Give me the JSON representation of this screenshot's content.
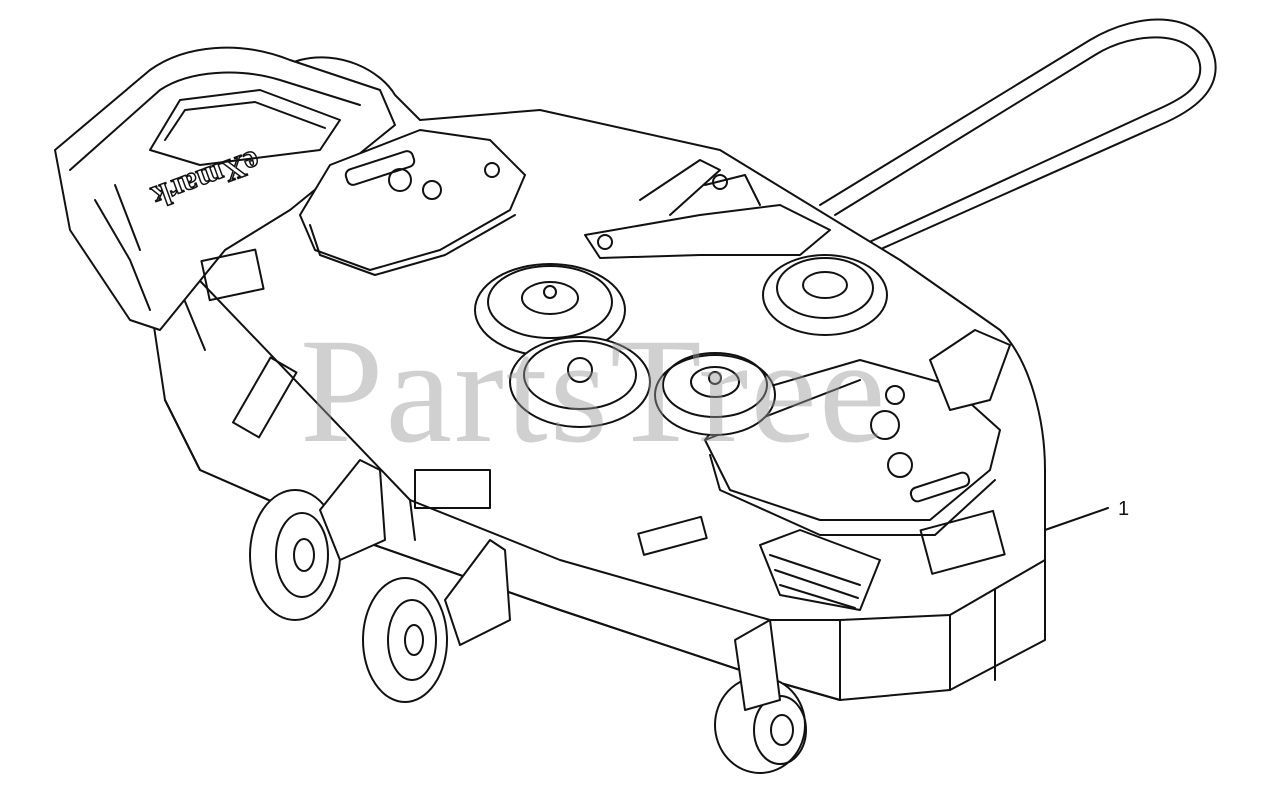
{
  "diagram": {
    "brand_decal": "eXmark",
    "watermark": "PartsTree",
    "callouts": [
      {
        "label": "1"
      }
    ]
  },
  "colors": {
    "line": "#111111",
    "background": "#ffffff",
    "watermark": "#969696"
  }
}
